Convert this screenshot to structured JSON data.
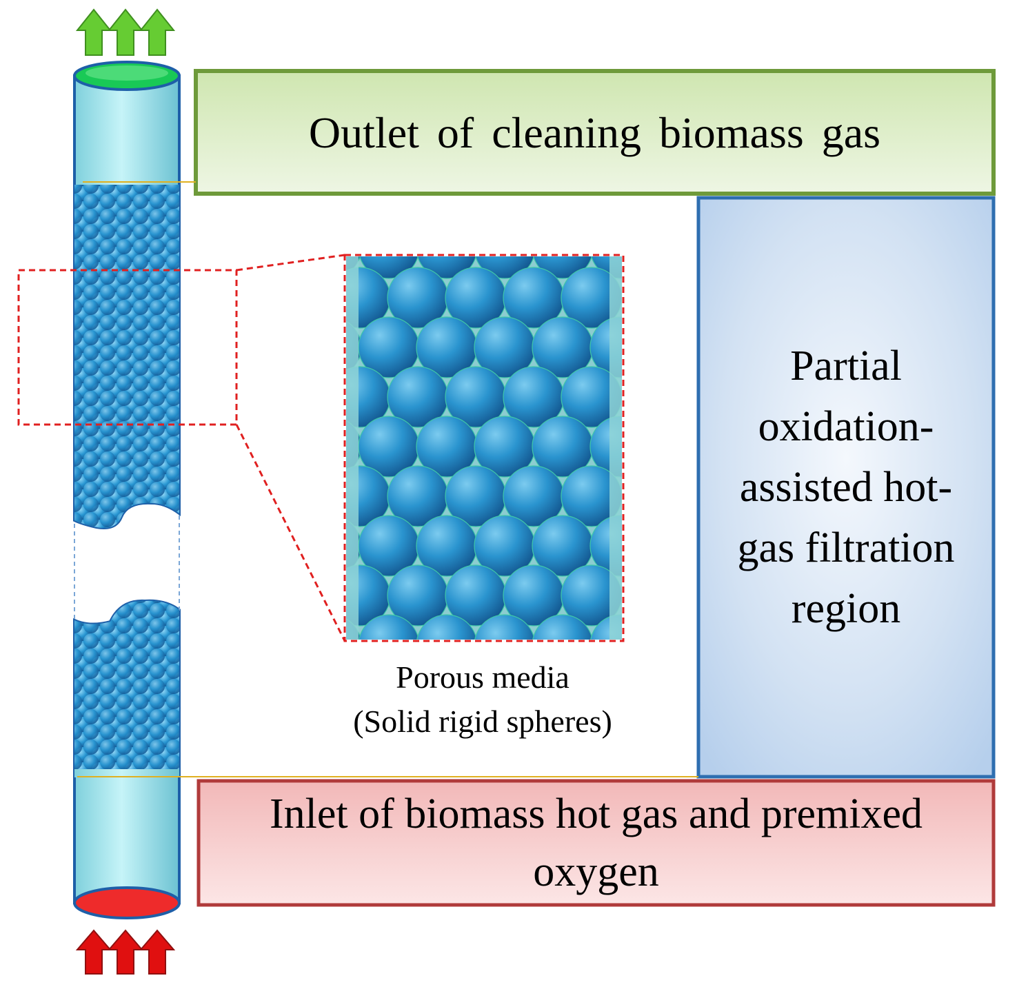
{
  "outlet_box": {
    "label": "Outlet of cleaning biomass gas"
  },
  "region_box": {
    "lines": [
      "Partial",
      "oxidation-",
      "assisted hot-",
      "gas filtration",
      "region"
    ]
  },
  "inlet_box": {
    "lines": [
      "Inlet of biomass hot gas and premixed",
      "oxygen"
    ]
  },
  "zoom_caption": {
    "line1": "Porous media",
    "line2": "(Solid rigid spheres)"
  },
  "colors": {
    "outlet_border": "#6e9a3a",
    "outlet_fill": "#dcecc6",
    "region_border": "#2e6eb0",
    "region_fill": "#c8dbf0",
    "inlet_border": "#b03a3a",
    "inlet_fill": "#f6cfcf",
    "tube_border": "#1e5fa8",
    "tube_fill": "#a8e6ee",
    "sphere": "#2a9ad6",
    "zoom_frame": "#e02020",
    "arrow_out": "#66cc33",
    "arrow_in": "#e01010"
  },
  "icons": {
    "top": "outflow-arrow-icon",
    "bottom": "inflow-arrow-icon"
  }
}
